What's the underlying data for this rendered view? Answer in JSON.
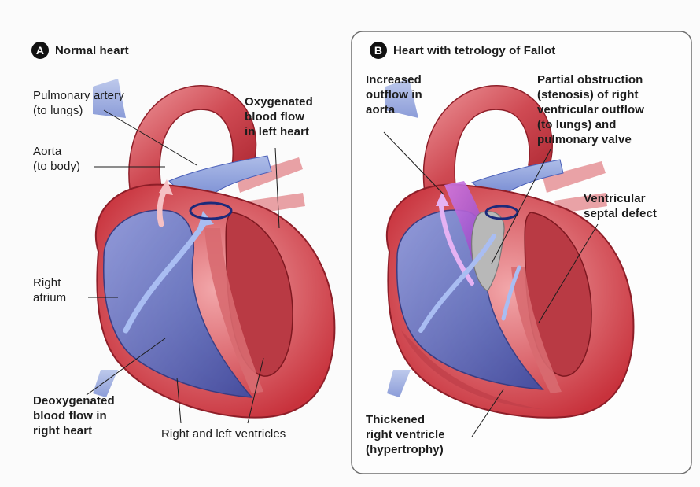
{
  "panel_a": {
    "badge": "A",
    "title": "Normal heart",
    "labels": {
      "pulmonary_artery": "Pulmonary artery\n(to lungs)",
      "aorta": "Aorta\n(to body)",
      "oxygenated": "Oxygenated\nblood flow\nin left heart",
      "right_atrium": "Right\natrium",
      "deoxygenated": "Deoxygenated\nblood flow in\nright heart",
      "ventricles": "Right and left ventricles"
    }
  },
  "panel_b": {
    "badge": "B",
    "title": "Heart with tetrology of Fallot",
    "labels": {
      "increased_outflow": "Increased\noutflow in\naorta",
      "partial_obstruction": "Partial obstruction\n(stenosis) of right\nventricular outflow\n(to lungs) and\npulmonary valve",
      "vsd": "Ventricular\nseptal defect",
      "thickened": "Thickened\nright ventricle\n(hypertrophy)"
    }
  },
  "colors": {
    "oxygenated_red": "#c8323c",
    "deoxygenated_blue": "#4a5fb8",
    "muscle_pink": "#e07a80",
    "panel_border": "#6e6e6e"
  }
}
